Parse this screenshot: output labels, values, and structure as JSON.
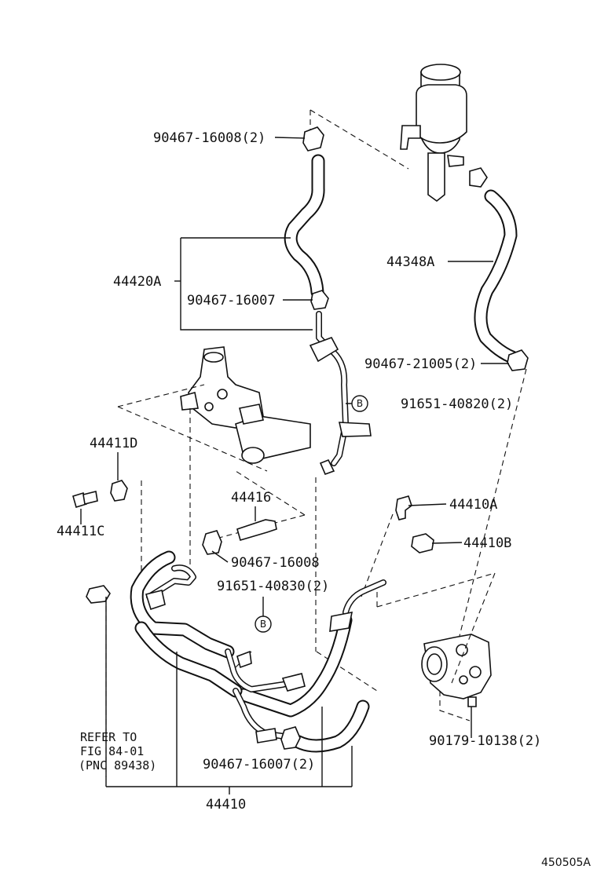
{
  "labels": {
    "clip_16008_2": "90467-16008(2)",
    "hose_44420A": "44420A",
    "clip_16007": "90467-16007",
    "hose_44348A": "44348A",
    "clip_21005_2": "90467-21005(2)",
    "clamp_40820_2": "91651-40820(2)",
    "part_44411D": "44411D",
    "part_44411C": "44411C",
    "part_44416": "44416",
    "clip_16008": "90467-16008",
    "clamp_40830_2": "91651-40830(2)",
    "part_44410A": "44410A",
    "part_44410B": "44410B",
    "bolt_10138_2": "90179-10138(2)",
    "clip_16007_2": "90467-16007(2)",
    "assembly_44410": "44410",
    "figure_id": "450505A"
  },
  "refer_note": {
    "line1": "REFER TO",
    "line2": "FIG 84-01",
    "line3": "(PNC 89438)"
  },
  "badges": {
    "b1": "B",
    "b2": "B"
  }
}
